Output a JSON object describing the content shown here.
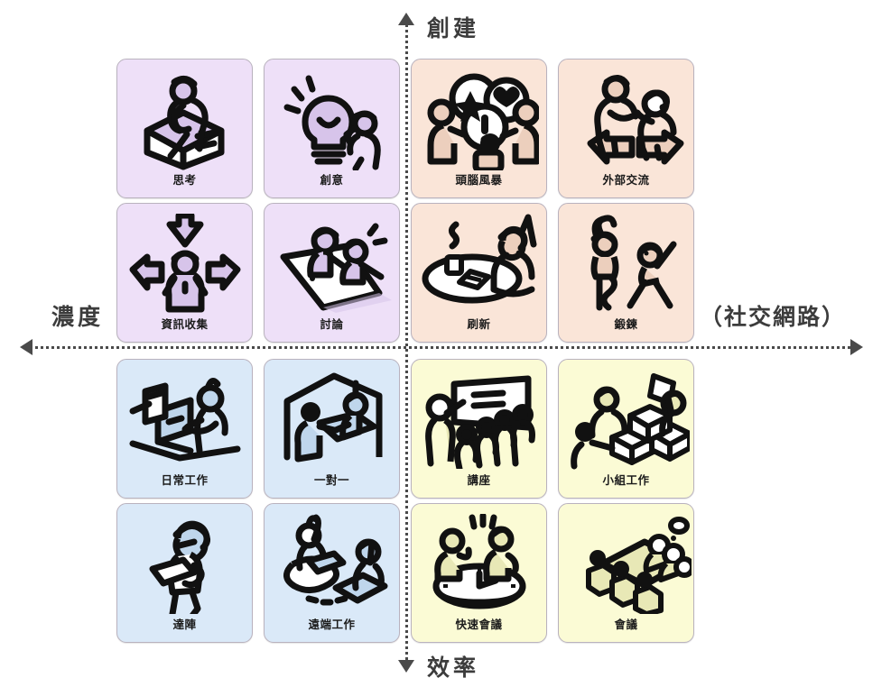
{
  "axes": {
    "top_label": "創建",
    "bottom_label": "效率",
    "left_label": "濃度",
    "right_label": "（社交網路）"
  },
  "colors": {
    "quadrant_top_left": "#eee0f8",
    "quadrant_top_right": "#fae5d8",
    "quadrant_bottom_left": "#dae9f8",
    "quadrant_bottom_right": "#fbfbd5",
    "card_border": "#b9b2be",
    "axis": "#4a4a4a",
    "caption_text": "#1b1b1b"
  },
  "matrix": {
    "rows": [
      {
        "cells": [
          {
            "label": "思考",
            "icon": "person-thinking-on-cube-icon",
            "quadrant": "top-left"
          },
          {
            "label": "創意",
            "icon": "lightbulb-idea-icon",
            "quadrant": "top-left"
          },
          {
            "label": "頭腦風暴",
            "icon": "speech-bubbles-group-icon",
            "quadrant": "top-right"
          },
          {
            "label": "外部交流",
            "icon": "two-people-arrows-icon",
            "quadrant": "top-right"
          }
        ]
      },
      {
        "cells": [
          {
            "label": "資訊收集",
            "icon": "arrows-converging-person-icon",
            "quadrant": "top-left"
          },
          {
            "label": "討論",
            "icon": "two-people-laptop-icon",
            "quadrant": "top-left"
          },
          {
            "label": "刷新",
            "icon": "coffee-break-table-icon",
            "quadrant": "top-right"
          },
          {
            "label": "鍛鍊",
            "icon": "two-people-yoga-icon",
            "quadrant": "top-right"
          }
        ]
      },
      {
        "cells": [
          {
            "label": "日常工作",
            "icon": "person-at-desk-icon",
            "quadrant": "bottom-left"
          },
          {
            "label": "一對一",
            "icon": "two-people-meeting-icon",
            "quadrant": "bottom-left"
          },
          {
            "label": "講座",
            "icon": "presenter-audience-icon",
            "quadrant": "bottom-right"
          },
          {
            "label": "小組工作",
            "icon": "team-stacking-blocks-icon",
            "quadrant": "bottom-right"
          }
        ]
      },
      {
        "cells": [
          {
            "label": "達陣",
            "icon": "person-walking-laptop-icon",
            "quadrant": "bottom-left"
          },
          {
            "label": "遠端工作",
            "icon": "remote-work-home-icon",
            "quadrant": "bottom-left"
          },
          {
            "label": "快速會議",
            "icon": "two-people-clock-icon",
            "quadrant": "bottom-right"
          },
          {
            "label": "會議",
            "icon": "conference-table-icon",
            "quadrant": "bottom-right"
          }
        ]
      }
    ]
  }
}
